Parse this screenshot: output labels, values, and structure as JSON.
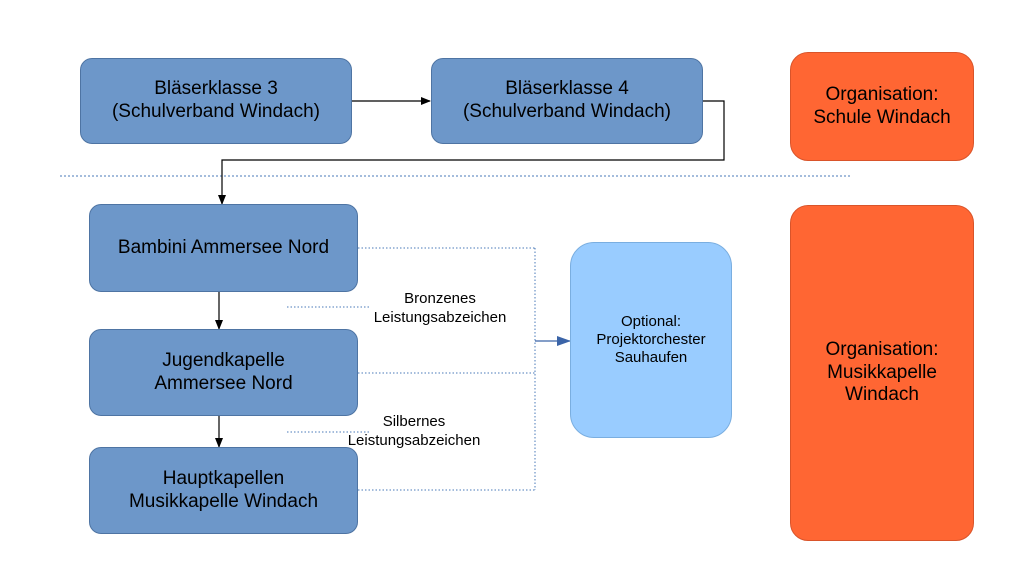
{
  "nodes": {
    "blaeserklasse3": {
      "line1": "Bläserklasse 3",
      "line2": "(Schulverband Windach)"
    },
    "blaeserklasse4": {
      "line1": "Bläserklasse 4",
      "line2": "(Schulverband Windach)"
    },
    "org_schule": {
      "line1": "Organisation:",
      "line2": "Schule Windach"
    },
    "bambini": {
      "line1": "Bambini Ammersee Nord"
    },
    "jugendkapelle": {
      "line1": "Jugendkapelle",
      "line2": "Ammersee Nord"
    },
    "hauptkapellen": {
      "line1": "Hauptkapellen",
      "line2": "Musikkapelle Windach"
    },
    "projektorchester": {
      "line1": "Optional:",
      "line2": "Projektorchester",
      "line3": "Sauhaufen"
    },
    "org_musikkapelle": {
      "line1": "Organisation:",
      "line2": "Musikkapelle",
      "line3": "Windach"
    }
  },
  "labels": {
    "bronze": {
      "line1": "Bronzenes",
      "line2": "Leistungsabzeichen"
    },
    "silver": {
      "line1": "Silbernes",
      "line2": "Leistungsabzeichen"
    }
  },
  "colors": {
    "band_box": "#6d97c9",
    "organisation_box": "#ff6633",
    "optional_box": "#99ccff",
    "divider": "#4a7ab8"
  }
}
